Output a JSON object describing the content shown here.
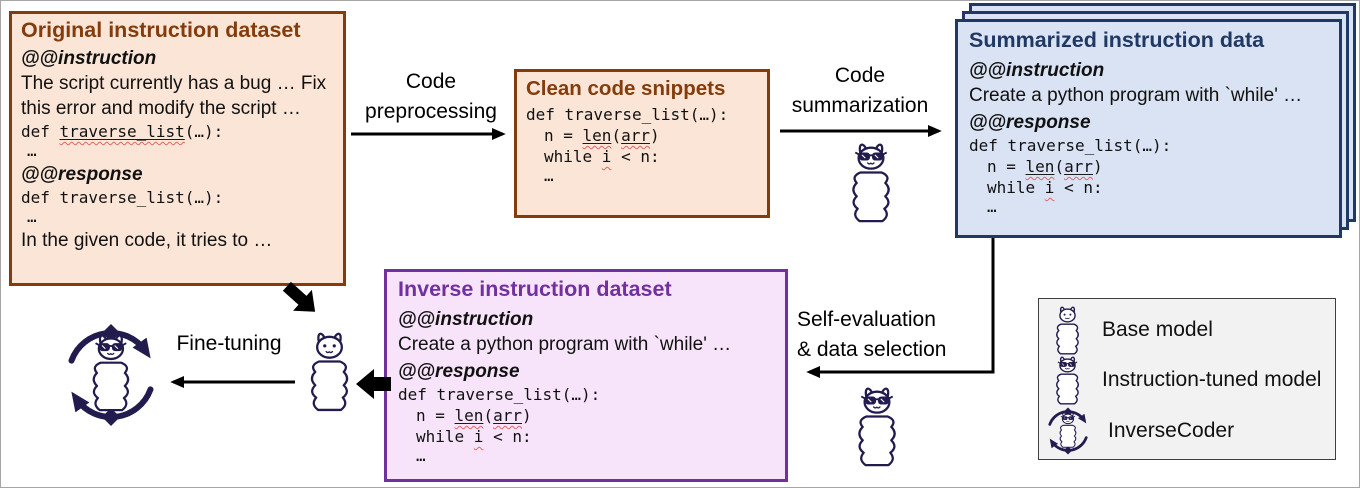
{
  "original": {
    "title": "Original instruction dataset",
    "instruction_tag": "@@instruction",
    "instruction_body": "The script currently has a bug … Fix this error and modify the script …",
    "response_tag": "@@response",
    "response_note": "In the given code, it tries to …"
  },
  "clean": {
    "title": "Clean code snippets"
  },
  "summarized": {
    "title": "Summarized instruction data",
    "instruction_tag": "@@instruction",
    "instruction_body": "Create a python program with `while' …",
    "response_tag": "@@response"
  },
  "inverse": {
    "title": "Inverse instruction dataset",
    "instruction_tag": "@@instruction",
    "instruction_body": "Create a python program with `while' …",
    "response_tag": "@@response"
  },
  "code": {
    "kw_def": "def ",
    "fn": "traverse_list",
    "fn_args": "(…):",
    "assign_left": "n = ",
    "len": "len",
    "lparen": "(",
    "arr": "arr",
    "rparen": ")",
    "while_kw": "while ",
    "i_var": "i",
    "while_tail": " < n:",
    "dots": "…"
  },
  "arrows": {
    "preprocessing": {
      "label_line1": "Code",
      "label_line2": "preprocessing"
    },
    "summarization": {
      "label_line1": "Code",
      "label_line2": "summarization"
    },
    "self_eval": {
      "label_line1": "Self-evaluation",
      "label_line2": "& data selection"
    },
    "fine_tuning": {
      "label": "Fine-tuning"
    }
  },
  "legend": {
    "items": [
      {
        "icon": "base-model-llama-icon",
        "label": "Base model"
      },
      {
        "icon": "instruction-tuned-llama-icon",
        "label": "Instruction-tuned model"
      },
      {
        "icon": "inversecoder-llama-icon",
        "label": "InverseCoder"
      }
    ]
  },
  "colors": {
    "orange_border": "#843C0C",
    "orange_fill": "#FBE5D6",
    "blue_border": "#1F3864",
    "blue_fill": "#DAE3F3",
    "purple_border": "#7030A0",
    "purple_fill": "#F8E4FA",
    "legend_fill": "#F2F2F2",
    "arrow_black": "#000000",
    "squiggle_red": "#E06666",
    "llama_navy": "#221C4E"
  }
}
